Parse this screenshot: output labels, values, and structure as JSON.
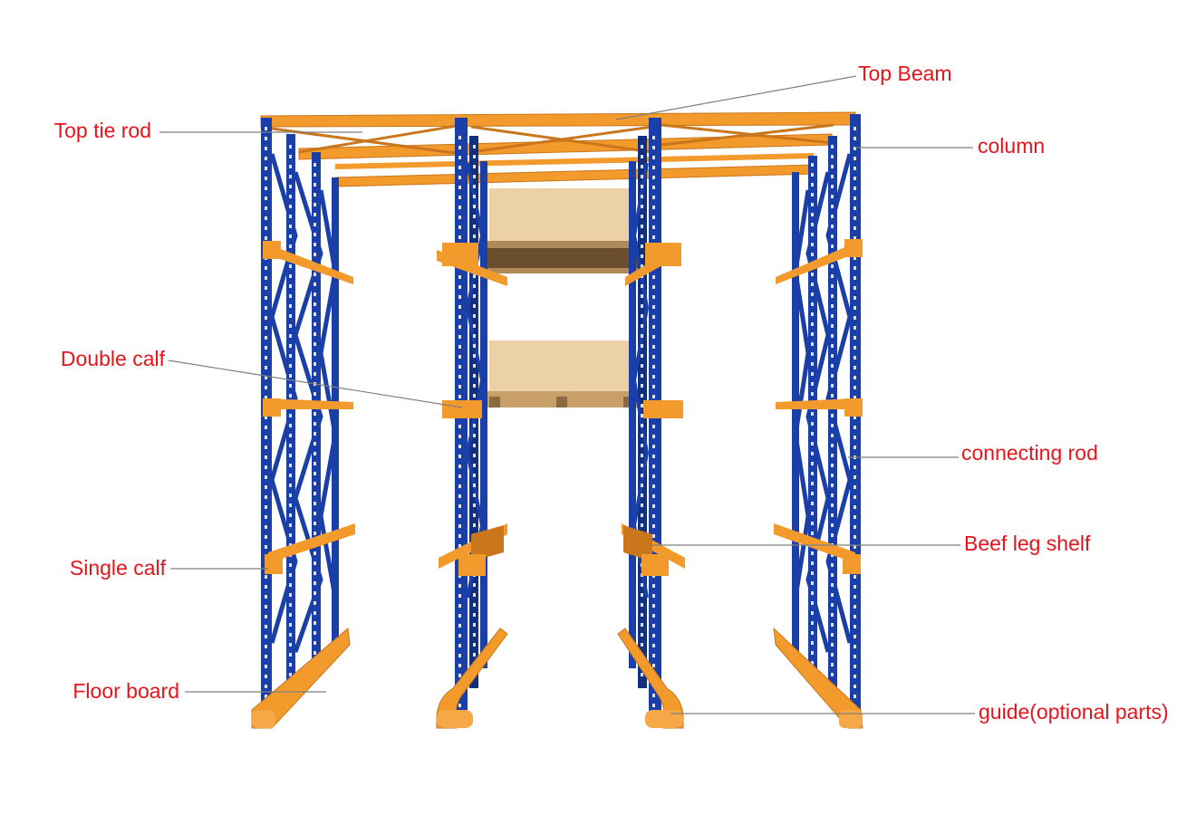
{
  "colors": {
    "label_text": "#e8141b",
    "leader_line": "#7f7f7f",
    "column_blue": "#1b3fa8",
    "column_blue_dark": "#12307f",
    "beam_orange": "#f39a2c",
    "beam_orange_dark": "#c9761c",
    "pallet_tan": "#e9c79a",
    "pallet_dark": "#6b4e2e"
  },
  "labels": {
    "top_beam": "Top Beam",
    "top_tie_rod": "Top tie rod",
    "column": "column",
    "double_calf": "Double calf",
    "connecting_rod": "connecting rod",
    "beef_leg_shelf": "Beef leg shelf",
    "single_calf": "Single calf",
    "floor_board": "Floor board",
    "guide": "guide(optional parts)"
  }
}
